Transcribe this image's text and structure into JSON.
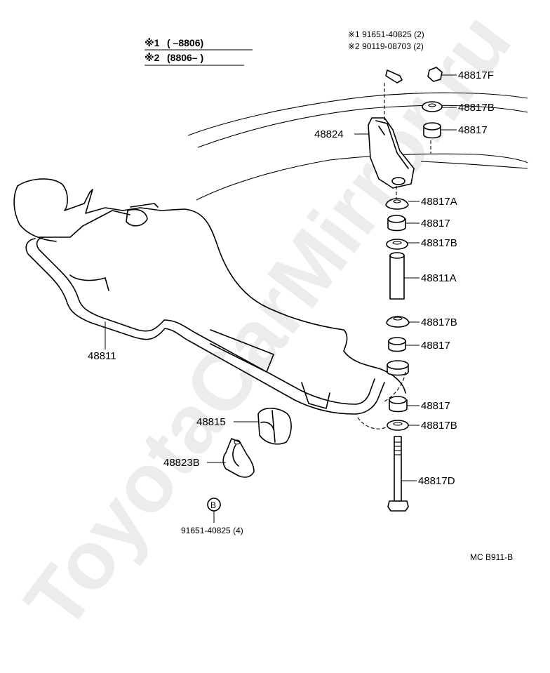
{
  "header": {
    "note1_mark": "※1",
    "note1_range": "(      –8806)",
    "note2_mark": "※2",
    "note2_range": "(8806–        )"
  },
  "bolt_notes": {
    "line1": "※1 91651-40825 (2)",
    "line2": "※2 90119-08703 (2)"
  },
  "parts": {
    "p48817F": "48817F",
    "p48817B_top": "48817B",
    "p48817_top": "48817",
    "p48824": "48824",
    "p48817A": "48817A",
    "p48817_2": "48817",
    "p48817B_2": "48817B",
    "p48811A": "48811A",
    "p48817B_3": "48817B",
    "p48817_3": "48817",
    "p48817_4": "48817",
    "p48817B_4": "48817B",
    "p48817D": "48817D",
    "p48811": "48811",
    "p48815": "48815",
    "p48823B": "48823B",
    "bolt_b": "91651-40825 (4)",
    "b_symbol": "B"
  },
  "figure_code": "MC  B911-B",
  "watermark": "ToyotaCarMirror.ru"
}
